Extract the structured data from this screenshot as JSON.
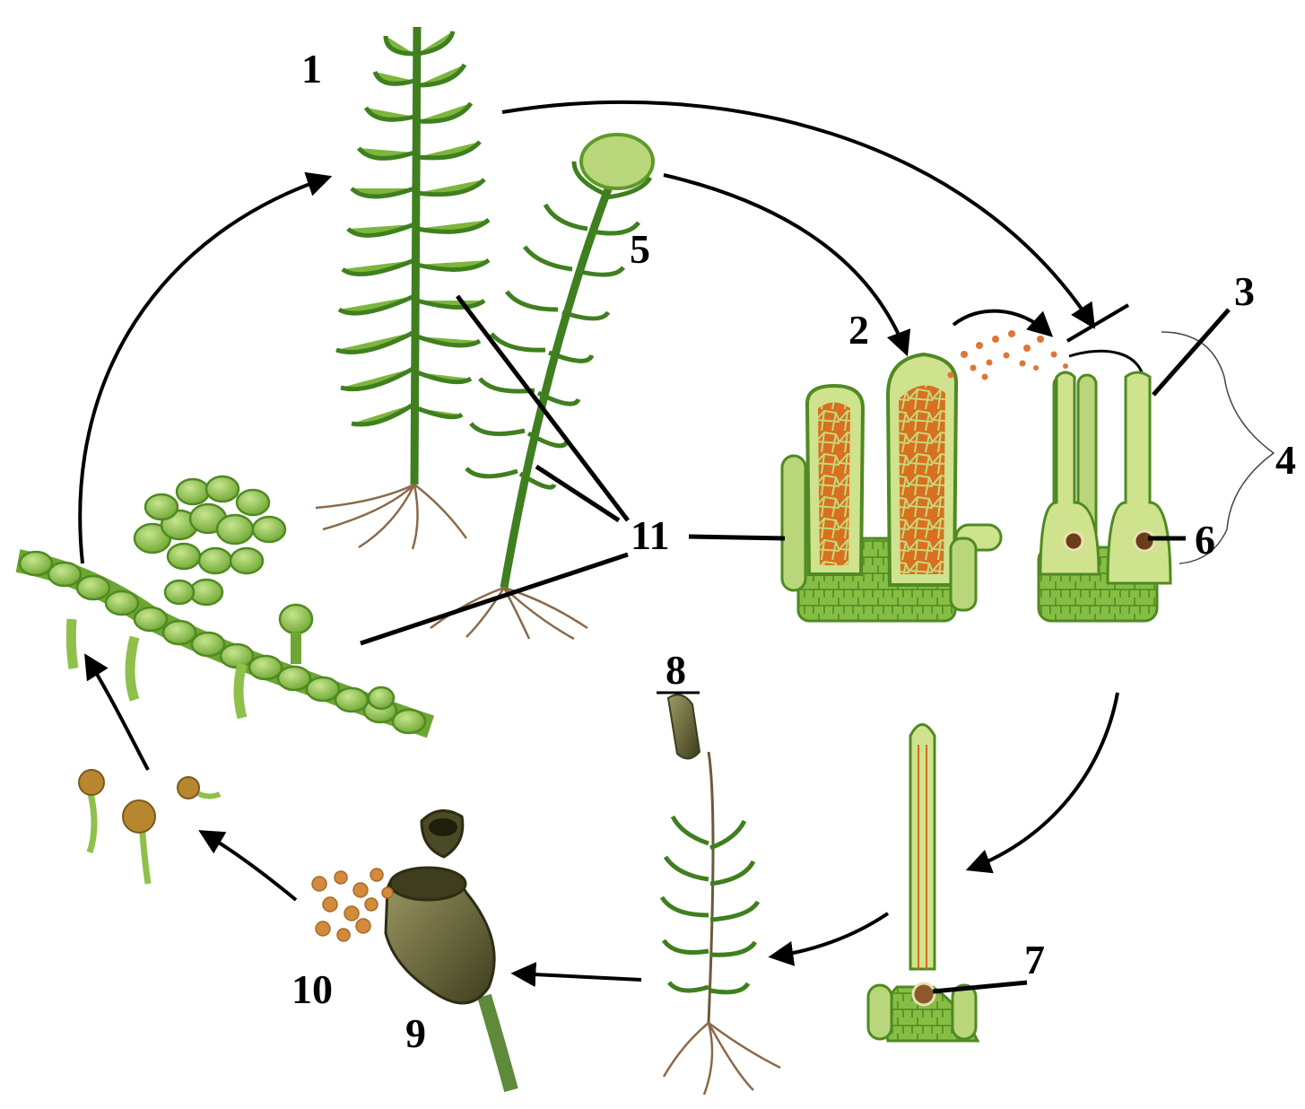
{
  "labels": {
    "l1": "1",
    "l2": "2",
    "l3": "3",
    "l4": "4",
    "l5": "5",
    "l6": "6",
    "l7": "7",
    "l8": "8",
    "l9": "9",
    "l10": "10",
    "l11": "11"
  },
  "colors": {
    "leaf_dark": "#3f7f1f",
    "leaf_light": "#b9d77a",
    "cell_green": "#8fc04a",
    "cell_edge": "#4f8a22",
    "sporogenous": "#d56b1f",
    "capsule": "#6b6a3a",
    "spore": "#c98a3c",
    "root": "#8a6a4a",
    "line": "#000000"
  }
}
